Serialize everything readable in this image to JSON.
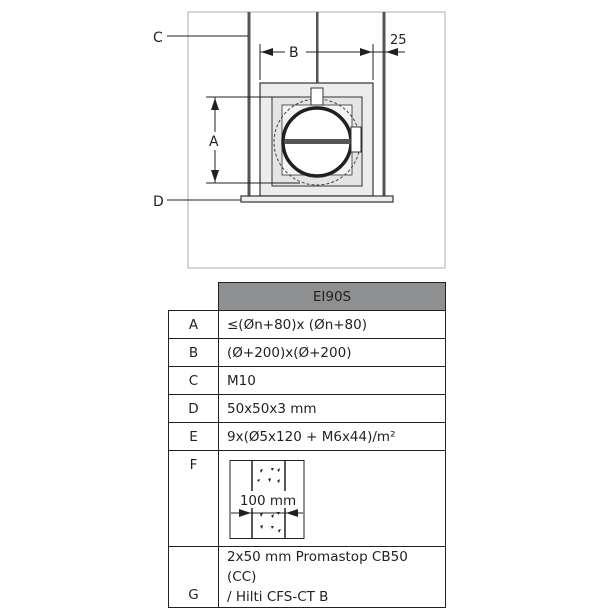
{
  "diagram": {
    "labels": {
      "C": "C",
      "D": "D",
      "A": "A",
      "B": "B",
      "gap": "25"
    }
  },
  "table": {
    "header": "EI90S",
    "rows": [
      {
        "key": "A",
        "value": "≤(Øn+80)x (Øn+80)"
      },
      {
        "key": "B",
        "value": "(Ø+200)x(Ø+200)"
      },
      {
        "key": "C",
        "value": "M10"
      },
      {
        "key": "D",
        "value": "50x50x3 mm"
      },
      {
        "key": "E",
        "value": "9x(Ø5x120 + M6x44)/m²"
      },
      {
        "key": "F",
        "value": "100 mm"
      },
      {
        "key": "G",
        "value_line1": "2x50 mm Promastop CB50 (CC)",
        "value_line2": "/ Hilti CFS-CT B"
      }
    ]
  }
}
